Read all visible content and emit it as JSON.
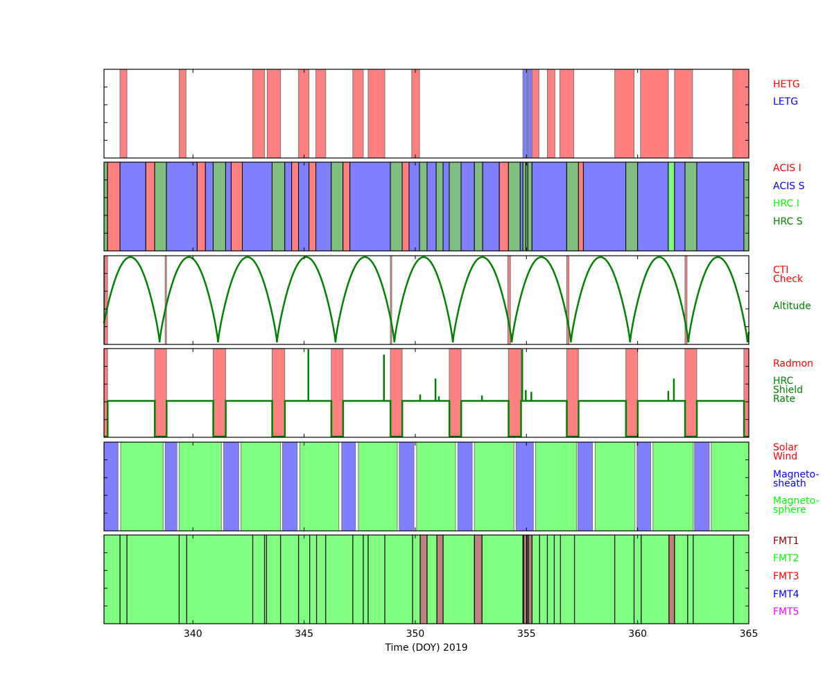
{
  "chart_data": {
    "type": "timeline",
    "xlabel": "Time (DOY) 2019",
    "xlim": [
      336,
      365
    ],
    "xticks": [
      340,
      345,
      350,
      355,
      360,
      365
    ],
    "colors": {
      "red_fill": "#ff8080",
      "blue_fill": "#8080ff",
      "dkgreen_fill": "#80bf80",
      "lime_fill": "#80ff80",
      "brown_fill": "#bf8080",
      "red": "#ff0000",
      "blue": "#0000ff",
      "lime": "#00ff00",
      "green": "#008000",
      "maroon": "#800000",
      "magenta": "#ff00ff"
    },
    "panels": [
      {
        "name": "grating",
        "legend": [
          {
            "lines": [
              "HETG"
            ],
            "color": "#ff0000"
          },
          {
            "lines": [
              "LETG"
            ],
            "color": "#0000ff"
          }
        ],
        "intervals": [
          [
            336.72,
            337.03,
            "HETG"
          ],
          [
            339.38,
            339.69,
            "HETG"
          ],
          [
            342.69,
            343.22,
            "HETG"
          ],
          [
            343.34,
            343.94,
            "HETG"
          ],
          [
            344.75,
            345.22,
            "HETG"
          ],
          [
            345.53,
            345.97,
            "HETG"
          ],
          [
            347.19,
            347.66,
            "HETG"
          ],
          [
            347.88,
            348.63,
            "HETG"
          ],
          [
            349.84,
            350.19,
            "HETG"
          ],
          [
            354.84,
            355.03,
            "LETG"
          ],
          [
            355.06,
            355.25,
            "LETG"
          ],
          [
            355.25,
            355.56,
            "HETG"
          ],
          [
            355.94,
            356.28,
            "HETG"
          ],
          [
            356.5,
            357.13,
            "HETG"
          ],
          [
            358.97,
            359.84,
            "HETG"
          ],
          [
            360.13,
            361.38,
            "HETG"
          ],
          [
            361.66,
            362.47,
            "HETG"
          ],
          [
            364.28,
            365.0,
            "HETG"
          ]
        ]
      },
      {
        "name": "instrument",
        "legend": [
          {
            "lines": [
              "ACIS I"
            ],
            "color": "#ff0000"
          },
          {
            "lines": [
              "ACIS S"
            ],
            "color": "#0000ff"
          },
          {
            "lines": [
              "HRC I"
            ],
            "color": "#00ff00"
          },
          {
            "lines": [
              "HRC S"
            ],
            "color": "#008000"
          }
        ],
        "intervals": [
          [
            336.0,
            336.16,
            "HRC S"
          ],
          [
            336.16,
            336.72,
            "ACIS I"
          ],
          [
            336.72,
            337.88,
            "ACIS S"
          ],
          [
            337.88,
            338.28,
            "ACIS I"
          ],
          [
            338.28,
            338.81,
            "HRC S"
          ],
          [
            338.81,
            340.19,
            "ACIS S"
          ],
          [
            340.19,
            340.56,
            "ACIS I"
          ],
          [
            340.56,
            340.91,
            "ACIS S"
          ],
          [
            340.91,
            341.47,
            "HRC S"
          ],
          [
            341.47,
            341.72,
            "ACIS S"
          ],
          [
            341.72,
            342.22,
            "ACIS I"
          ],
          [
            342.22,
            343.56,
            "ACIS S"
          ],
          [
            343.56,
            344.13,
            "HRC S"
          ],
          [
            344.13,
            344.44,
            "ACIS S"
          ],
          [
            344.44,
            344.75,
            "ACIS I"
          ],
          [
            344.75,
            345.22,
            "ACIS S"
          ],
          [
            345.22,
            345.53,
            "ACIS I"
          ],
          [
            345.53,
            346.22,
            "ACIS S"
          ],
          [
            346.22,
            346.75,
            "HRC S"
          ],
          [
            346.75,
            347.06,
            "ACIS I"
          ],
          [
            347.06,
            348.88,
            "ACIS S"
          ],
          [
            348.88,
            349.41,
            "HRC S"
          ],
          [
            349.41,
            349.72,
            "ACIS I"
          ],
          [
            349.72,
            350.19,
            "ACIS S"
          ],
          [
            350.19,
            350.53,
            "HRC S"
          ],
          [
            350.53,
            350.94,
            "ACIS S"
          ],
          [
            350.94,
            351.25,
            "HRC S"
          ],
          [
            351.25,
            351.53,
            "ACIS S"
          ],
          [
            351.53,
            352.06,
            "HRC S"
          ],
          [
            352.06,
            352.66,
            "ACIS S"
          ],
          [
            352.66,
            353.03,
            "HRC S"
          ],
          [
            353.03,
            353.78,
            "ACIS S"
          ],
          [
            353.78,
            354.19,
            "ACIS I"
          ],
          [
            354.19,
            354.72,
            "HRC S"
          ],
          [
            354.72,
            354.84,
            "ACIS S"
          ],
          [
            354.84,
            354.97,
            "HRC S"
          ],
          [
            354.97,
            355.06,
            "HRC S"
          ],
          [
            355.06,
            355.25,
            "HRC S"
          ],
          [
            355.25,
            356.81,
            "ACIS S"
          ],
          [
            356.81,
            357.34,
            "HRC S"
          ],
          [
            357.34,
            357.56,
            "ACIS I"
          ],
          [
            357.56,
            359.47,
            "ACIS S"
          ],
          [
            359.47,
            360.0,
            "HRC S"
          ],
          [
            360.0,
            361.38,
            "ACIS S"
          ],
          [
            361.38,
            361.66,
            "HRC I"
          ],
          [
            361.66,
            362.13,
            "ACIS S"
          ],
          [
            362.13,
            362.66,
            "HRC S"
          ],
          [
            362.66,
            364.78,
            "ACIS S"
          ],
          [
            364.78,
            365.0,
            "HRC S"
          ]
        ]
      },
      {
        "name": "altitude",
        "legend": [
          {
            "lines": [
              "CTI",
              "Check"
            ],
            "color": "#ff0000"
          },
          {
            "lines": [
              "Altitude"
            ],
            "color": "#008000"
          }
        ],
        "cti_intervals": [
          [
            336.03,
            336.16
          ],
          [
            338.75,
            338.81
          ],
          [
            348.88,
            348.94
          ],
          [
            354.16,
            354.28
          ],
          [
            356.81,
            356.91
          ],
          [
            362.13,
            362.22
          ]
        ],
        "altitude_minima": [
          338.5,
          341.13,
          343.78,
          346.41,
          349.06,
          351.69,
          354.34,
          357.0,
          359.66,
          362.28,
          364.94
        ],
        "altitude_range_normalized": [
          0,
          1
        ]
      },
      {
        "name": "radiation",
        "legend": [
          {
            "lines": [
              "Radmon"
            ],
            "color": "#ff0000"
          },
          {
            "lines": [
              "HRC",
              "Shield",
              "Rate"
            ],
            "color": "#008000"
          }
        ],
        "radmon_intervals": [
          [
            336.0,
            336.16
          ],
          [
            338.28,
            338.81
          ],
          [
            340.91,
            341.47
          ],
          [
            343.56,
            344.13
          ],
          [
            346.22,
            346.75
          ],
          [
            348.88,
            349.41
          ],
          [
            351.53,
            352.06
          ],
          [
            354.19,
            354.75
          ],
          [
            356.81,
            357.34
          ],
          [
            359.47,
            360.0
          ],
          [
            362.13,
            362.66
          ],
          [
            364.78,
            365.0
          ]
        ],
        "shield_baseline_normalized": 0.41,
        "shield_spikes": [
          [
            345.19,
            1.0
          ],
          [
            348.59,
            0.94
          ],
          [
            350.22,
            0.49
          ],
          [
            350.91,
            0.67
          ],
          [
            351.06,
            0.47
          ],
          [
            353.0,
            0.48
          ],
          [
            354.81,
            1.0
          ],
          [
            354.97,
            0.54
          ],
          [
            355.22,
            0.52
          ],
          [
            361.38,
            0.53
          ],
          [
            361.63,
            0.67
          ]
        ]
      },
      {
        "name": "region",
        "legend": [
          {
            "lines": [
              "Solar",
              "Wind"
            ],
            "color": "#ff0000"
          },
          {
            "lines": [
              "Magneto-",
              "sheath"
            ],
            "color": "#0000ff"
          },
          {
            "lines": [
              "Magneto-",
              "sphere"
            ],
            "color": "#00ff00"
          }
        ],
        "intervals": [
          [
            336.0,
            336.63,
            "Magnetosheath"
          ],
          [
            336.75,
            338.66,
            "Magnetosphere"
          ],
          [
            338.75,
            339.28,
            "Magnetosheath"
          ],
          [
            339.38,
            341.28,
            "Magnetosphere"
          ],
          [
            341.38,
            342.06,
            "Magnetosheath"
          ],
          [
            342.16,
            343.94,
            "Magnetosphere"
          ],
          [
            344.03,
            344.69,
            "Magnetosheath"
          ],
          [
            344.81,
            346.56,
            "Magnetosphere"
          ],
          [
            346.69,
            347.31,
            "Magnetosheath"
          ],
          [
            347.44,
            349.19,
            "Magnetosphere"
          ],
          [
            349.28,
            349.94,
            "Magnetosheath"
          ],
          [
            350.06,
            351.81,
            "Magnetosphere"
          ],
          [
            351.91,
            352.56,
            "Magnetosheath"
          ],
          [
            352.66,
            354.44,
            "Magnetosphere"
          ],
          [
            354.53,
            355.31,
            "Magnetosheath"
          ],
          [
            355.41,
            357.25,
            "Magnetosphere"
          ],
          [
            357.31,
            357.97,
            "Magnetosheath"
          ],
          [
            358.09,
            359.88,
            "Magnetosphere"
          ],
          [
            359.97,
            360.59,
            "Magnetosheath"
          ],
          [
            360.69,
            362.5,
            "Magnetosphere"
          ],
          [
            362.56,
            363.22,
            "Magnetosheath"
          ],
          [
            363.31,
            365.0,
            "Magnetosphere"
          ]
        ]
      },
      {
        "name": "format",
        "legend": [
          {
            "lines": [
              "FMT1"
            ],
            "color": "#800000"
          },
          {
            "lines": [
              "FMT2"
            ],
            "color": "#00ff00"
          },
          {
            "lines": [
              "FMT3"
            ],
            "color": "#ff0000"
          },
          {
            "lines": [
              "FMT4"
            ],
            "color": "#0000ff"
          },
          {
            "lines": [
              "FMT5"
            ],
            "color": "#ff00ff"
          }
        ],
        "default_mode": "FMT2",
        "fmt1_intervals": [
          [
            350.22,
            350.53
          ],
          [
            350.97,
            351.25
          ],
          [
            352.66,
            353.0
          ],
          [
            354.88,
            355.0
          ],
          [
            355.09,
            355.25
          ],
          [
            361.41,
            361.66
          ]
        ],
        "mode_boundaries": [
          336.72,
          337.03,
          339.38,
          339.72,
          342.69,
          343.22,
          343.31,
          343.94,
          344.75,
          345.25,
          345.56,
          345.97,
          347.19,
          347.66,
          347.88,
          348.63,
          349.88,
          350.22,
          350.53,
          350.97,
          351.25,
          352.66,
          353.0,
          354.84,
          355.03,
          355.09,
          355.25,
          355.59,
          355.94,
          356.25,
          356.53,
          357.16,
          358.97,
          359.84,
          360.16,
          361.41,
          361.66,
          362.25,
          362.5,
          364.31
        ]
      }
    ]
  }
}
